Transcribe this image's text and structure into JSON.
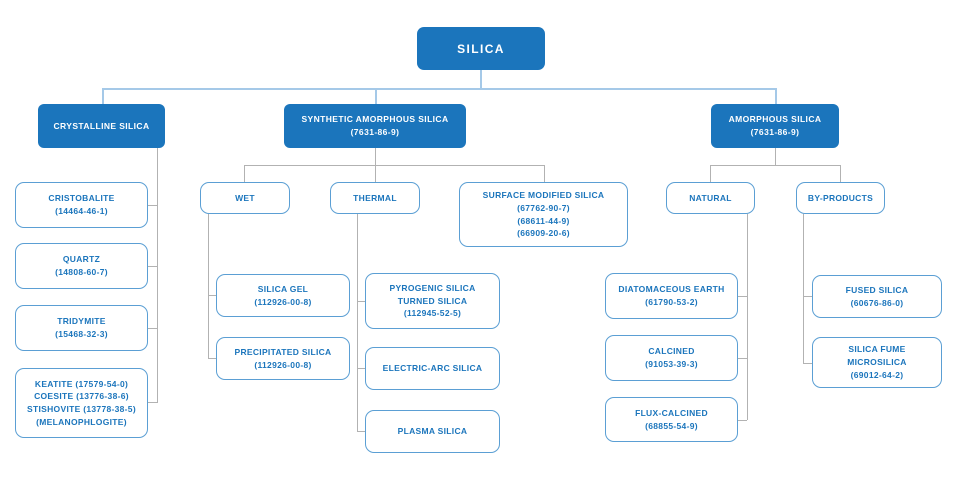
{
  "root": {
    "label": "SILICA"
  },
  "level2": {
    "crystalline": {
      "title": "CRYSTALLINE SILICA"
    },
    "synthetic": {
      "title": "SYNTHETIC AMORPHOUS SILICA",
      "cas": "(7631-86-9)"
    },
    "amorphous": {
      "title": "AMORPHOUS SILICA",
      "cas": "(7631-86-9)"
    }
  },
  "crystalline_children": [
    {
      "title": "CRISTOBALITE",
      "cas": "(14464-46-1)"
    },
    {
      "title": "QUARTZ",
      "cas": "(14808-60-7)"
    },
    {
      "title": "TRIDYMITE",
      "cas": "(15468-32-3)"
    },
    {
      "lines": [
        "KEATITE (17579-54-0)",
        "COESITE (13776-38-6)",
        "STISHOVITE (13778-38-5)",
        "(MELANOPHLOGITE)"
      ]
    }
  ],
  "synthetic_children": {
    "wet": {
      "title": "WET"
    },
    "thermal": {
      "title": "THERMAL"
    },
    "surface": {
      "lines": [
        "SURFACE MODIFIED SILICA",
        "(67762-90-7)",
        "(68611-44-9)",
        "(66909-20-6)"
      ]
    }
  },
  "wet_children": [
    {
      "title": "SILICA GEL",
      "cas": "(112926-00-8)"
    },
    {
      "title": "PRECIPITATED SILICA",
      "cas": "(112926-00-8)"
    }
  ],
  "thermal_children": [
    {
      "lines": [
        "PYROGENIC SILICA",
        "TURNED SILICA",
        "(112945-52-5)"
      ]
    },
    {
      "title": "ELECTRIC-ARC SILICA"
    },
    {
      "title": "PLASMA SILICA"
    }
  ],
  "amorphous_children": {
    "natural": {
      "title": "NATURAL"
    },
    "byproducts": {
      "title": "BY-PRODUCTS"
    }
  },
  "natural_children": [
    {
      "title": "DIATOMACEOUS EARTH",
      "cas": "(61790-53-2)"
    },
    {
      "title": "CALCINED",
      "cas": "(91053-39-3)"
    },
    {
      "title": "FLUX-CALCINED",
      "cas": "(68855-54-9)"
    }
  ],
  "byproducts_children": [
    {
      "title": "FUSED SILICA",
      "cas": "(60676-86-0)"
    },
    {
      "lines": [
        "SILICA FUME",
        "MICROSILICA",
        "(69012-64-2)"
      ]
    }
  ],
  "colors": {
    "primary": "#1b75bc",
    "outline_border": "#5b9fd4",
    "node_text": "#1b75bc",
    "connector": "#b2b2b2",
    "connector_blue": "#a5c9e8"
  }
}
